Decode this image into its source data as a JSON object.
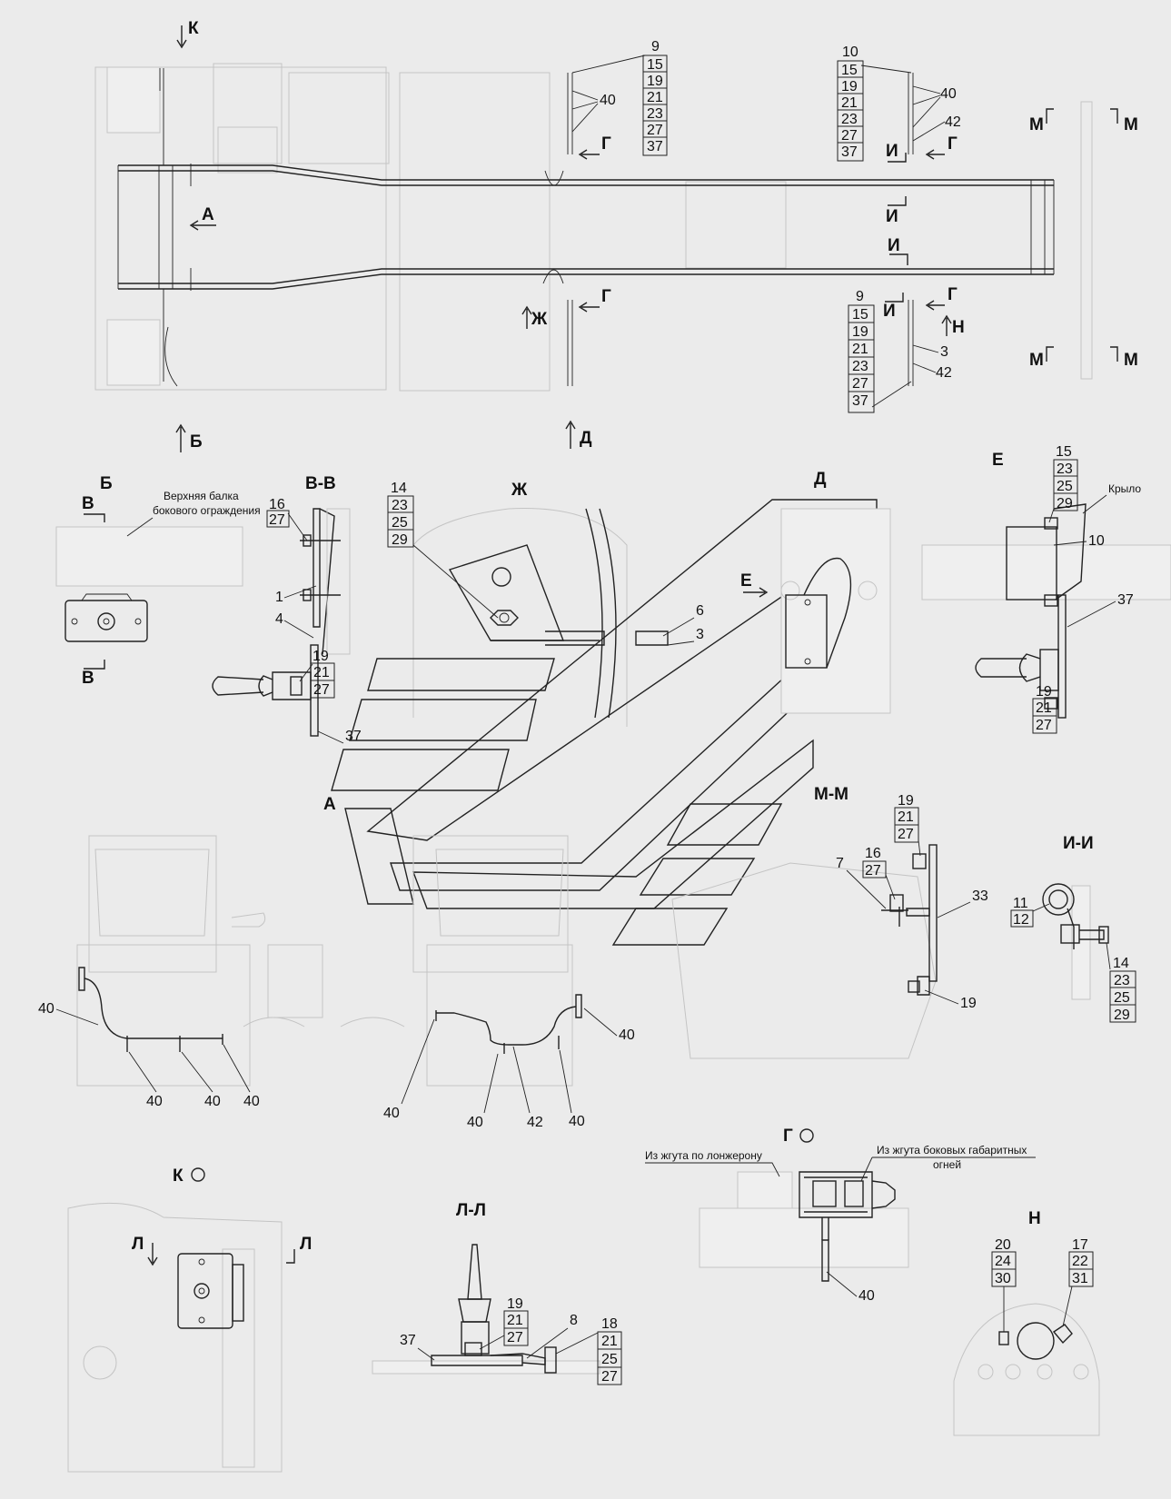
{
  "views": {
    "K": "К",
    "A": "А",
    "B": "Б",
    "G": "Г",
    "D": "Д",
    "Zh": "Ж",
    "M": "М",
    "I": "И",
    "N": "Н",
    "E": "Е",
    "V": "В",
    "VV": "В-В",
    "MM": "М-М",
    "II": "И-И",
    "LL": "Л-Л",
    "L": "Л",
    "K_circ": "К",
    "G_circ": "Г",
    "N_title": "Н"
  },
  "notes": {
    "upper_beam_1": "Верхняя балка",
    "upper_beam_2": "бокового ограждения",
    "wing": "Крыло",
    "from_frame_harness": "Из жгута по лонжерону",
    "from_side_harness_1": "Из жгута боковых габаритных",
    "from_side_harness_2": "огней"
  },
  "callouts": {
    "top_left_stack": [
      "9",
      "15",
      "19",
      "21",
      "23",
      "27",
      "37"
    ],
    "top_left_40": "40",
    "top_right_stack": [
      "10",
      "15",
      "19",
      "21",
      "23",
      "27",
      "37"
    ],
    "top_right_40": "40",
    "top_right_42": "42",
    "bottom_right_stack": [
      "9",
      "15",
      "19",
      "21",
      "23",
      "27",
      "37"
    ],
    "bottom_right_3": "3",
    "bottom_right_42": "42",
    "vv_16": "16",
    "vv_27": "27",
    "vv_1": "1",
    "vv_4": "4",
    "vv_stack": [
      "19",
      "21",
      "27"
    ],
    "vv_37": "37",
    "zh_stack": [
      "14",
      "23",
      "25",
      "29"
    ],
    "zh_6": "6",
    "zh_3": "3",
    "e_stack": [
      "15",
      "23",
      "25",
      "29"
    ],
    "e_10": "10",
    "e_37": "37",
    "e_low_stack": [
      "19",
      "21",
      "27"
    ],
    "mm_stack": [
      "19",
      "21",
      "27"
    ],
    "mm_7": "7",
    "mm_16": "16",
    "mm_27": "27",
    "mm_33": "33",
    "mm_19": "19",
    "ii_11": "11",
    "ii_12": "12",
    "ii_stack": [
      "14",
      "23",
      "25",
      "29"
    ],
    "a_left": [
      "40",
      "40",
      "40",
      "40"
    ],
    "a_right": [
      "40",
      "40",
      "40",
      "42",
      "40"
    ],
    "ll_37": "37",
    "ll_stack": [
      "19",
      "21",
      "27"
    ],
    "ll_8": "8",
    "ll_right_stack": [
      "18",
      "21",
      "25",
      "27"
    ],
    "g_40": "40",
    "n_left": [
      "20",
      "24",
      "30"
    ],
    "n_right": [
      "17",
      "22",
      "31"
    ]
  }
}
